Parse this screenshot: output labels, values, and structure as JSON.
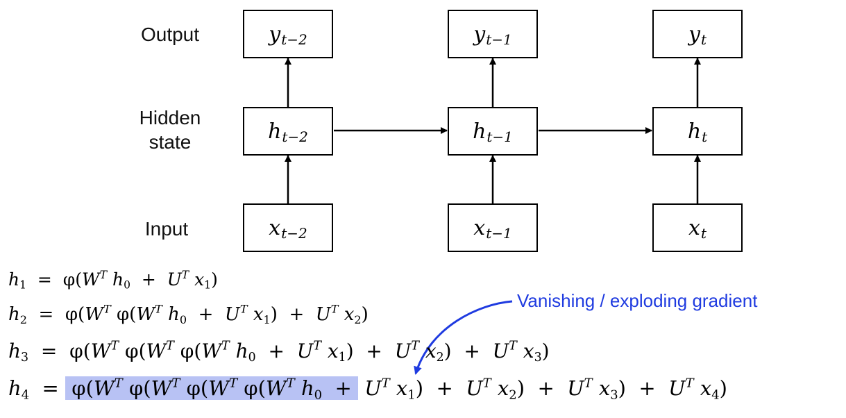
{
  "row_labels": {
    "output": "Output",
    "hidden_line1": "Hidden",
    "hidden_line2": "state",
    "input": "Input"
  },
  "nodes": {
    "y_t_minus_2": {
      "base": "y",
      "sub": "t−2"
    },
    "y_t_minus_1": {
      "base": "y",
      "sub": "t−1"
    },
    "y_t": {
      "base": "y",
      "sub": "t"
    },
    "h_t_minus_2": {
      "base": "h",
      "sub": "t−2"
    },
    "h_t_minus_1": {
      "base": "h",
      "sub": "t−1"
    },
    "h_t": {
      "base": "h",
      "sub": "t"
    },
    "x_t_minus_2": {
      "base": "x",
      "sub": "t−2"
    },
    "x_t_minus_1": {
      "base": "x",
      "sub": "t−1"
    },
    "x_t": {
      "base": "x",
      "sub": "t"
    }
  },
  "equations": [
    "h1 = φ(W^T h0 + U^T x1)",
    "h2 = φ(W^T φ(W^T h0 + U^T x1) + U^T x2)",
    "h3 = φ(W^T φ(W^T φ(W^T h0 + U^T x1) + U^T x2) + U^T x3)",
    "h4 = φ(W^T φ(W^T φ(W^T φ(W^T h0 + U^T x1) + U^T x2) + U^T x3) + U^T x4)"
  ],
  "annotation": "Vanishing / exploding gradient",
  "colors": {
    "highlight": "#b8c2f4",
    "annotation": "#1f3be0",
    "stroke": "#000000"
  }
}
